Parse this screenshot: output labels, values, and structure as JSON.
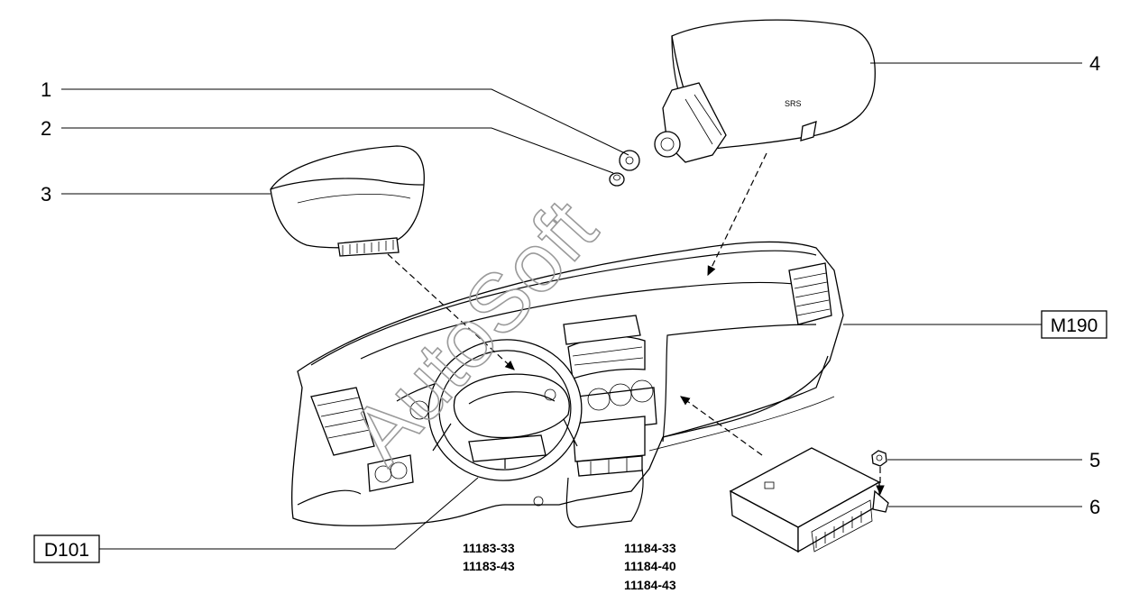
{
  "callouts": [
    "1",
    "2",
    "3",
    "4",
    "5",
    "6"
  ],
  "boxed_labels": {
    "dashboard": "M190",
    "steering_wheel": "D101"
  },
  "model_codes": {
    "left": [
      "11183-33",
      "11183-43"
    ],
    "right": [
      "11184-33",
      "11184-40",
      "11184-43"
    ]
  },
  "watermark": "AutoSoft"
}
